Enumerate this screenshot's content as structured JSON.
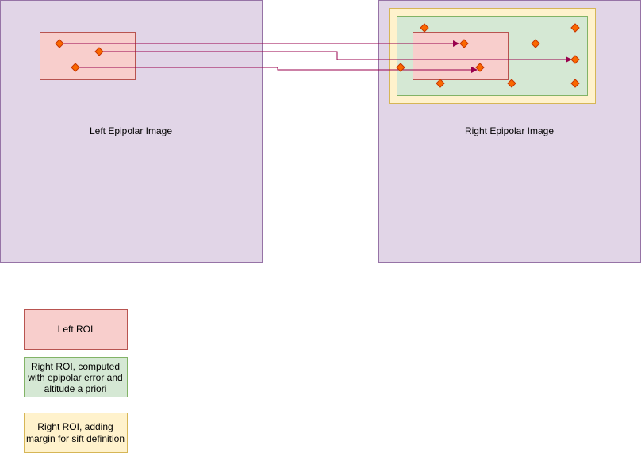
{
  "panels": {
    "left_label": "Left Epipolar Image",
    "right_label": "Right Epipolar Image"
  },
  "legend": {
    "left_roi": "Left ROI",
    "right_roi_line1": "Right ROI, computed",
    "right_roi_line2": "with epipolar error and",
    "right_roi_line3": "altitude a priori",
    "margin_line1": "Right ROI, adding",
    "margin_line2": "margin for sift definition"
  },
  "colors": {
    "panel_fill": "#e1d5e7",
    "panel_stroke": "#9673a6",
    "left_roi_fill": "#f8cecc",
    "left_roi_stroke": "#b85450",
    "right_roi_fill": "#d5e8d4",
    "right_roi_stroke": "#82b366",
    "margin_fill": "#fff2cc",
    "margin_stroke": "#d6b656",
    "keypoint_fill": "#fa6800",
    "keypoint_stroke": "#c73500",
    "arrow": "#99004d"
  }
}
